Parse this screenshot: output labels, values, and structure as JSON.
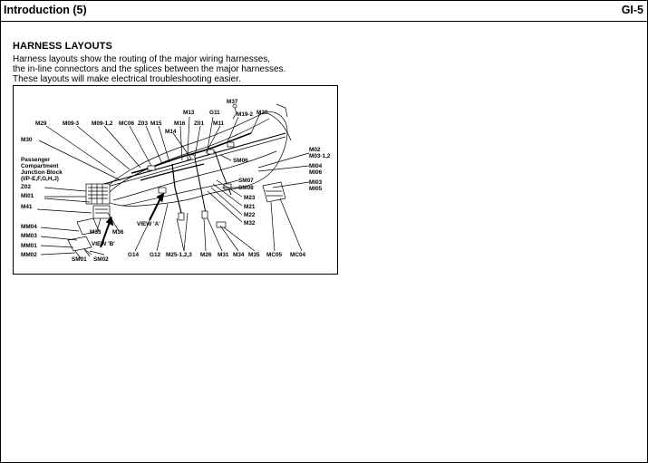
{
  "header": {
    "title": "Introduction (5)",
    "page": "GI-5"
  },
  "section": {
    "heading": "HARNESS LAYOUTS",
    "lines": [
      "Harness layouts show the routing of the major wiring harnesses,",
      "the in-line connectors and the splices between the major harnesses.",
      "These layouts will make electrical troubleshooting easier."
    ]
  },
  "diagram": {
    "labels": {
      "m37": "M37",
      "m13": "M13",
      "g11": "G11",
      "m19_2": "M19-2",
      "m20": "M20",
      "m29": "M29",
      "m09_3": "M09-3",
      "m09_12": "M09-1,2",
      "mc06": "MC06",
      "z03": "Z03",
      "m15": "M15",
      "m16": "M16",
      "z01": "Z01",
      "m11": "M11",
      "m14": "M14",
      "m30": "M30",
      "junction_block": "Passenger\nCompartment\nJunction Block\n(I/P-E,F,G,H,J)",
      "sm06": "SM06",
      "m02": "M02",
      "m03_12": "M03-1,2",
      "mi04": "MI04",
      "mi06": "MI06",
      "mi03": "MI03",
      "mi05": "MI05",
      "z02": "Z02",
      "mi01": "MI01",
      "sm07": "SM07",
      "sm08": "SM08",
      "m23": "M23",
      "m41": "M41",
      "m21": "M21",
      "m22": "M22",
      "m32": "M32",
      "view_a": "VIEW 'A'",
      "mm04": "MM04",
      "mm03": "MM03",
      "m33": "M33",
      "m36": "M36",
      "mm01": "MM01",
      "view_b": "VIEW 'B'",
      "mm02": "MM02",
      "g14": "G14",
      "g12": "G12",
      "m25_123": "M25-1,2,3",
      "m26": "M26",
      "m31": "M31",
      "m34": "M34",
      "m35": "M35",
      "mc05": "MC05",
      "mc04": "MC04",
      "sm01": "SM01",
      "sm02": "SM02"
    }
  }
}
